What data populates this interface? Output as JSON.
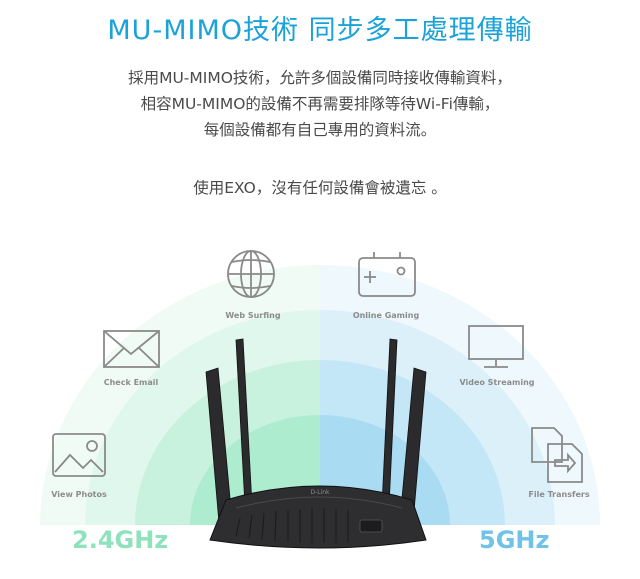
{
  "header": {
    "title": "MU-MIMO技術  同步多工處理傳輸",
    "line1": "採用MU-MIMO技術，允許多個設備同時接收傳輸資料，",
    "line2": "相容MU-MIMO的設備不再需要排隊等待Wi-Fi傳輸，",
    "line3": "每個設備都有自己專用的資料流。",
    "line4": "使用EXO，沒有任何設備會被遺忘 。"
  },
  "features": {
    "web": "Web Surfing",
    "gaming": "Online Gaming",
    "email": "Check Email",
    "video": "Video Streaming",
    "photos": "View Photos",
    "files": "File Transfers"
  },
  "bands": {
    "left": "2.4GHz",
    "right": "5GHz"
  },
  "router": {
    "brand": "D-Link"
  },
  "colors": {
    "title": "#1ba3d9",
    "band_left": "#8fe3bc",
    "band_right": "#6fc2e8",
    "icon": "#8a8a8a"
  }
}
